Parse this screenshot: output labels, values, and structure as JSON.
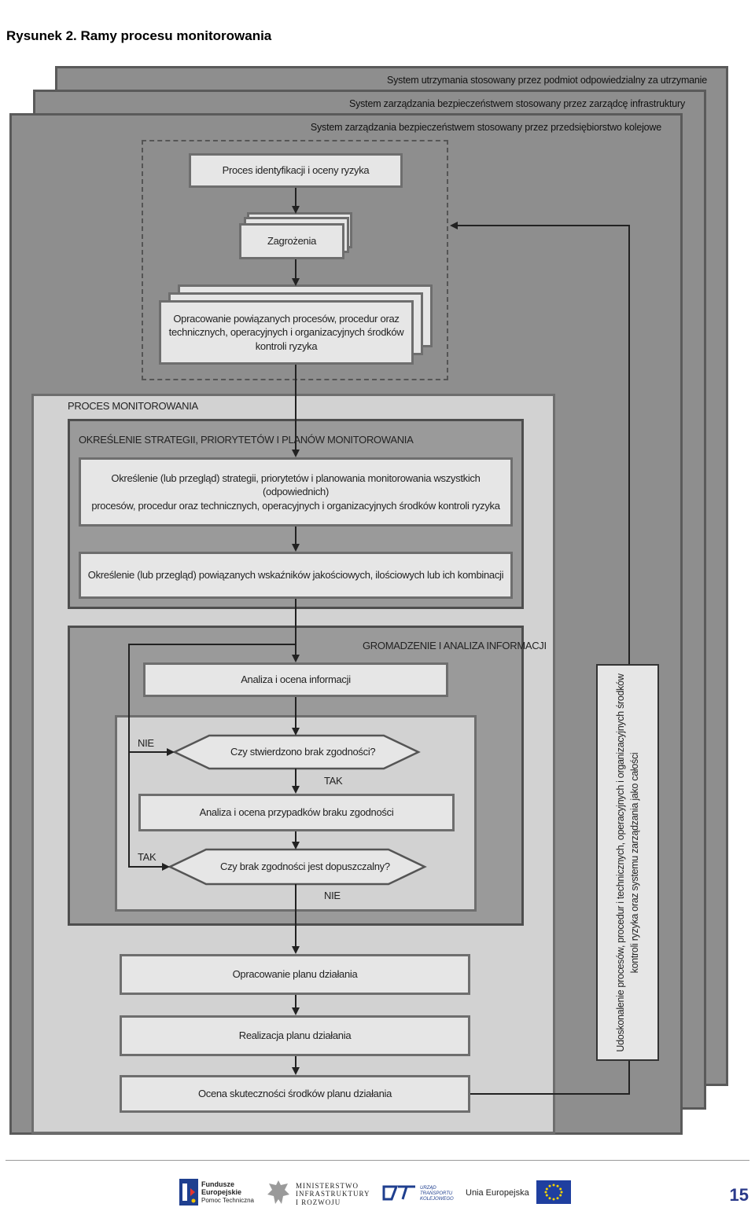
{
  "figure_title": "Rysunek 2. Ramy procesu monitorowania",
  "layers": {
    "l1": "System utrzymania stosowany przez podmiot odpowiedzialny za utrzymanie",
    "l2": "System zarządzania bezpieczeństwem stosowany przez zarządcę infrastruktury",
    "l3": "System zarządzania bezpieczeństwem stosowany przez przedsiębiorstwo kolejowe"
  },
  "identification": {
    "process": "Proces identyfikacji i oceny ryzyka",
    "hazards": "Zagrożenia",
    "controls_line1": "Opracowanie powiązanych procesów, procedur oraz",
    "controls_line2": "technicznych, operacyjnych i organizacyjnych środków",
    "controls_line3": "kontroli ryzyka"
  },
  "monitoring": {
    "title": "PROCES MONITOROWANIA",
    "strategy_title": "OKREŚLENIE STRATEGII, PRIORYTETÓW I PLANÓW MONITOROWANIA",
    "strategy_line1": "Określenie (lub przegląd) strategii, priorytetów i planowania monitorowania wszystkich (odpowiednich)",
    "strategy_line2": "procesów, procedur oraz technicznych, operacyjnych i organizacyjnych środków kontroli ryzyka",
    "indicators": "Określenie (lub przegląd) powiązanych wskaźników jakościowych, ilościowych lub ich kombinacji",
    "gathering_title": "GROMADZENIE I ANALIZA INFORMACJI",
    "analysis": "Analiza i ocena informacji",
    "question1": "Czy stwierdzono brak zgodności?",
    "nie1": "NIE",
    "tak1": "TAK",
    "noncompliance": "Analiza i ocena przypadków braku zgodności",
    "tak2": "TAK",
    "question2": "Czy brak zgodności jest dopuszczalny?",
    "nie2": "NIE",
    "plan": "Opracowanie planu działania",
    "implement": "Realizacja planu działania",
    "evaluate": "Ocena skuteczności środków planu działania"
  },
  "improvement_line1": "Udoskonalenie procesów, procedur i technicznych, operacyjnych i organizacyjnych środków",
  "improvement_line2": "kontroli ryzyka oraz systemu zarządzania jako całości",
  "footer": {
    "fe_1": "Fundusze",
    "fe_2": "Europejskie",
    "fe_3": "Pomoc Techniczna",
    "mi_1": "MINISTERSTWO",
    "mi_2": "INFRASTRUKTURY",
    "mi_3": "I ROZWOJU",
    "utk_1": "URZĄD",
    "utk_2": "TRANSPORTU",
    "utk_3": "KOLEJOWEGO",
    "eu": "Unia Europejska",
    "page": "15"
  }
}
